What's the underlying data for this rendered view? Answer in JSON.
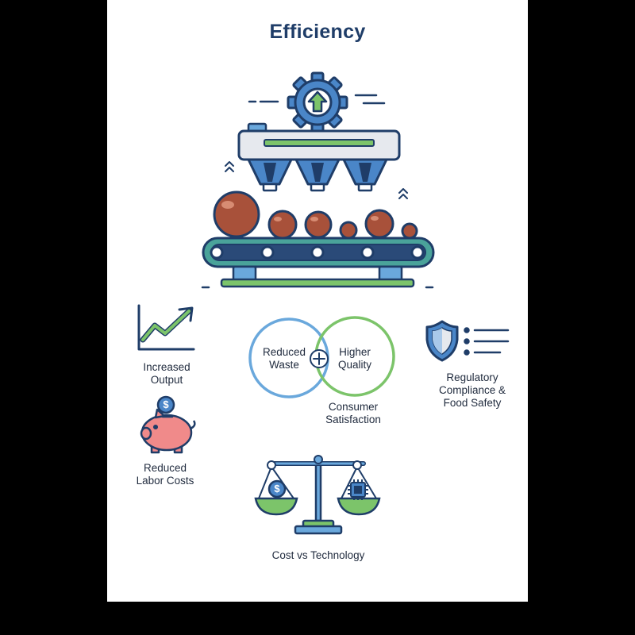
{
  "title": "Efficiency",
  "labels": {
    "increased_output": "Increased\nOutput",
    "reduced_waste": "Reduced\nWaste",
    "higher_quality": "Higher\nQuality",
    "consumer_satisfaction": "Consumer\nSatisfaction",
    "regulatory": "Regulatory\nCompliance &\nFood Safety",
    "reduced_labor_costs": "Reduced\nLabor Costs",
    "cost_vs_technology": "Cost vs Technology",
    "dollar_symbol": "$"
  },
  "colors": {
    "navy": "#1f3d68",
    "blue": "#4a86c8",
    "light_blue": "#6aa8dc",
    "green": "#7cc46a",
    "teal": "#4aa39a",
    "brown": "#a8513a",
    "pink": "#f08a8a",
    "gray": "#e6e9ee"
  },
  "icons": [
    "gear-up-arrow-icon",
    "growth-chart-icon",
    "piggy-bank-icon",
    "shield-icon",
    "balance-scale-icon",
    "dollar-coin-icon",
    "chip-icon",
    "plus-icon"
  ]
}
